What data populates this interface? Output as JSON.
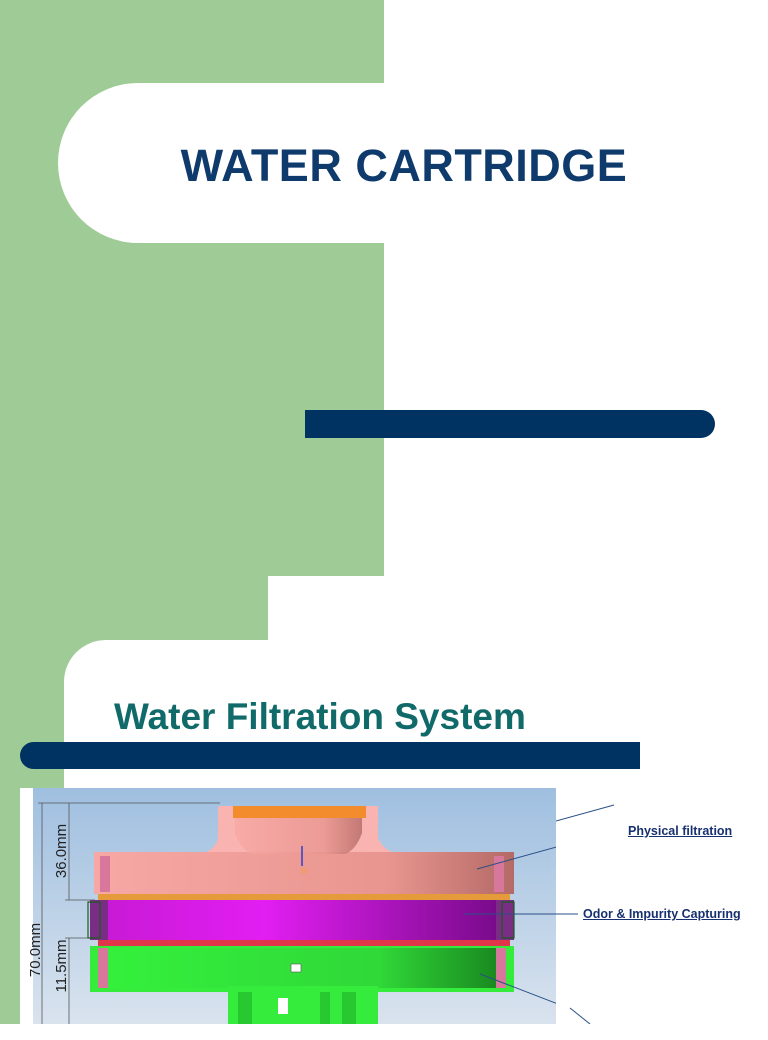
{
  "slide1": {
    "title": "WATER CARTRIDGE"
  },
  "slide2": {
    "subtitle": "Water Filtration System",
    "diagram": {
      "dimensions": {
        "total": "70.0mm",
        "upper": "36.0mm",
        "lower": "11.5mm"
      },
      "callouts": {
        "physical": "Physical filtration",
        "odor": "Odor & Impurity Capturing"
      }
    }
  },
  "colors": {
    "green": "#9fcb97",
    "navy": "#003262",
    "title": "#0e3a6c",
    "subtitle": "#116a6a"
  }
}
